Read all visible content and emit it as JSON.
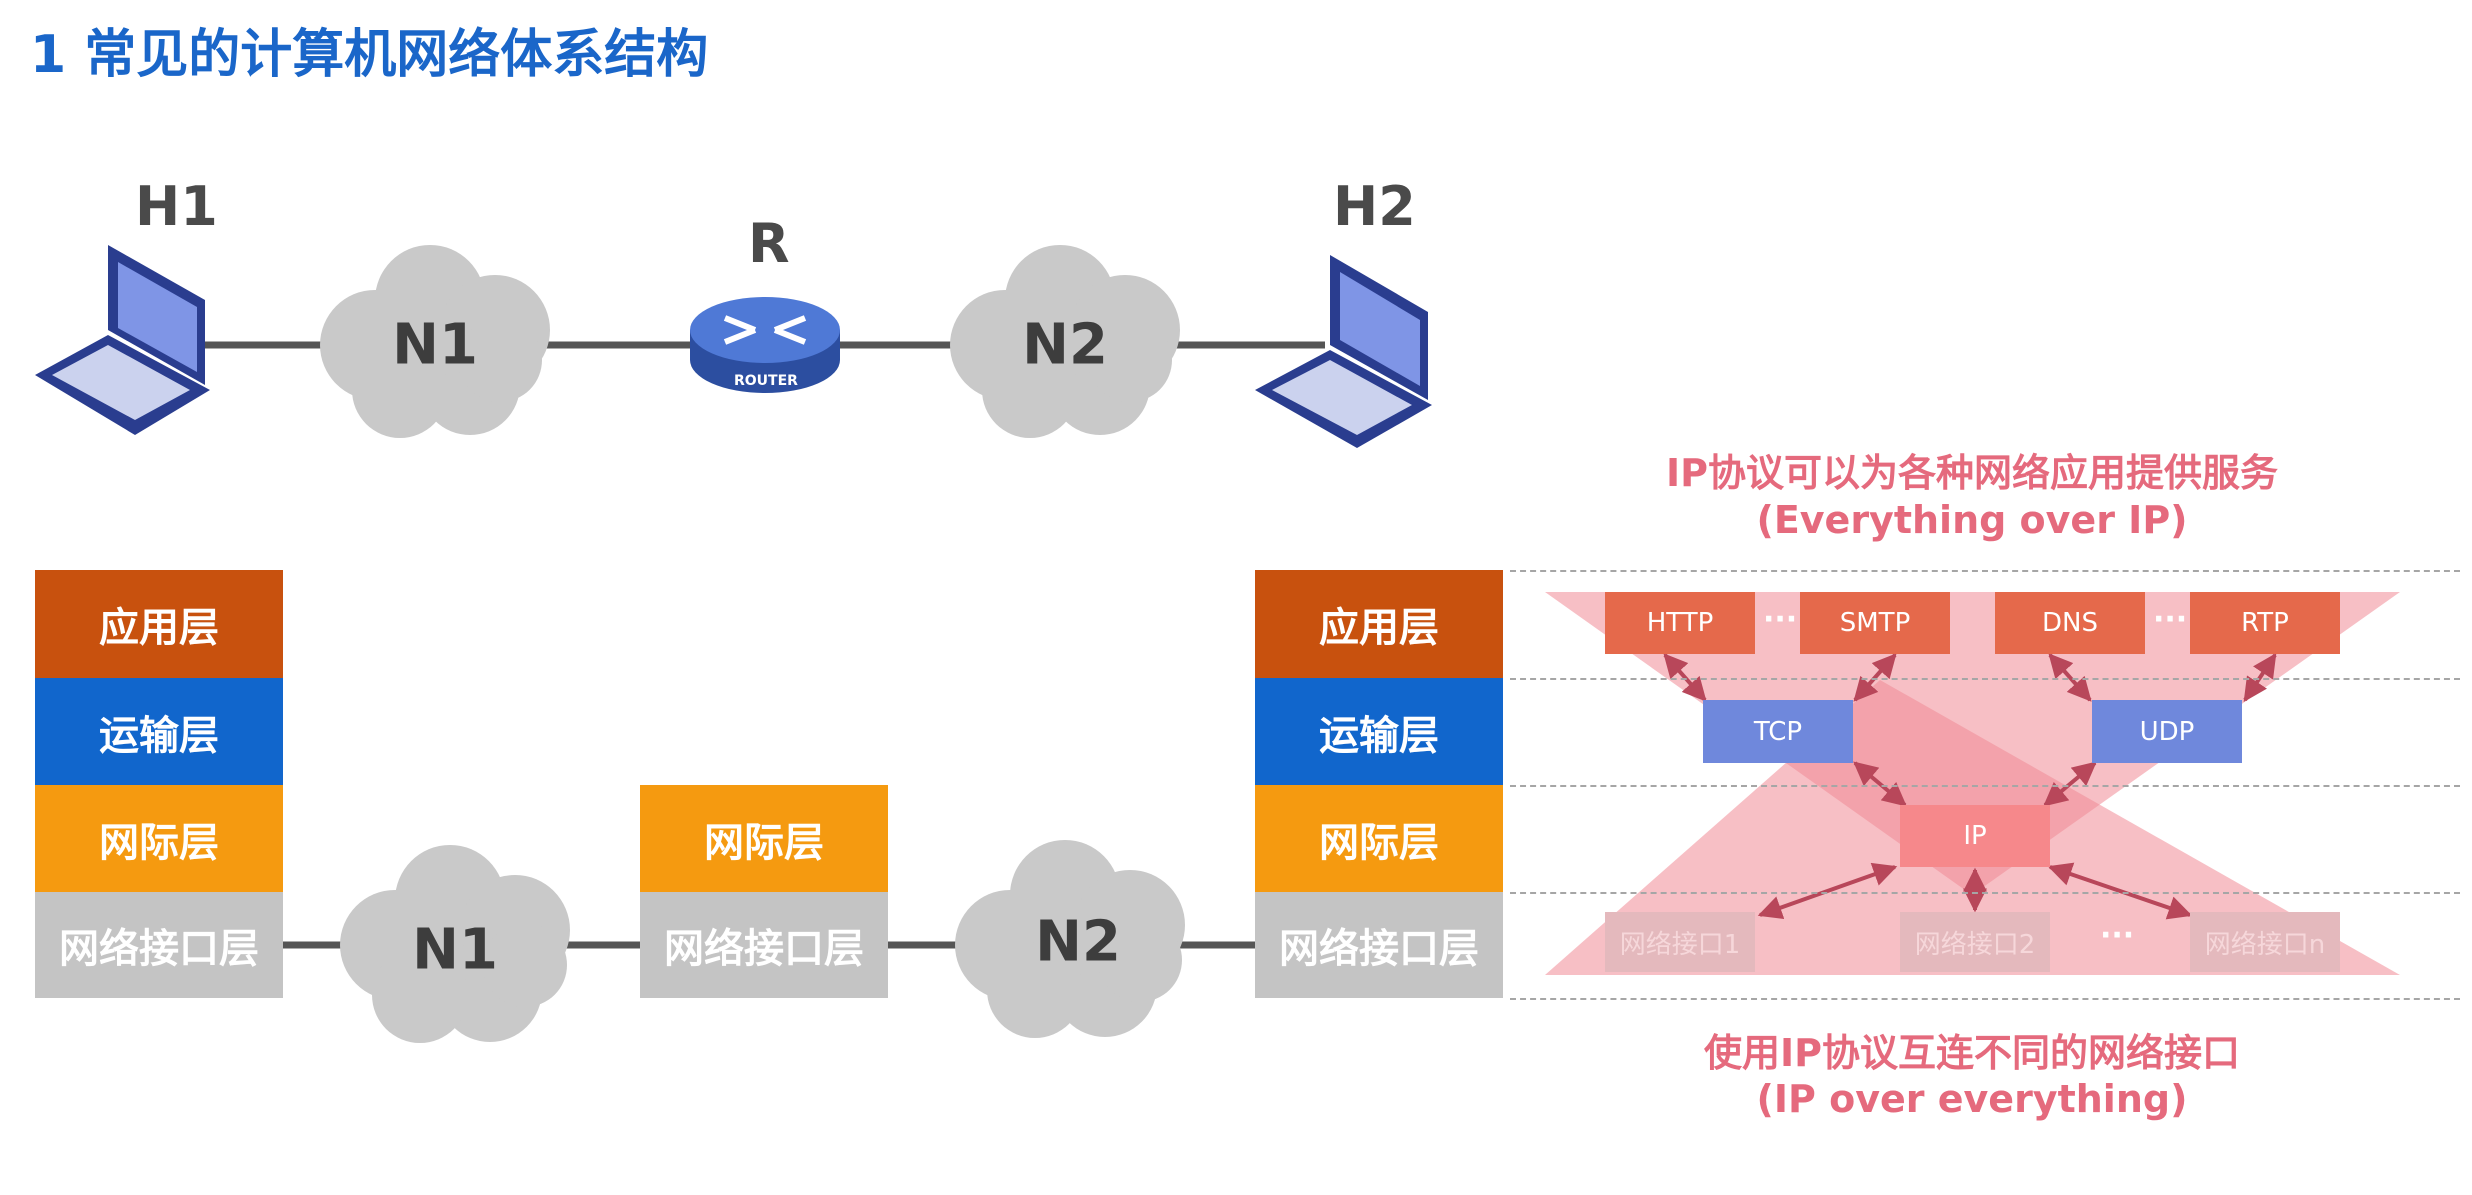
{
  "title": "1 常见的计算机网络体系结构",
  "topology": {
    "host1": "H1",
    "host2": "H2",
    "router": "R",
    "router_caption": "ROUTER",
    "net1": "N1",
    "net2": "N2"
  },
  "stacks": {
    "host1": [
      "应用层",
      "运输层",
      "网际层",
      "网络接口层"
    ],
    "router": [
      "网际层",
      "网络接口层"
    ],
    "host2": [
      "应用层",
      "运输层",
      "网际层",
      "网络接口层"
    ],
    "net1": "N1",
    "net2": "N2"
  },
  "hourglass": {
    "top_note_line1": "IP协议可以为各种网络应用提供服务",
    "top_note_line2": "(Everything over IP)",
    "bottom_note_line1": "使用IP协议互连不同的网络接口",
    "bottom_note_line2": "(IP over everything)",
    "application": [
      "HTTP",
      "SMTP",
      "DNS",
      "RTP"
    ],
    "transport": [
      "TCP",
      "UDP"
    ],
    "network": "IP",
    "interfaces": [
      "网络接口1",
      "网络接口2",
      "网络接口n"
    ],
    "ellipsis": "···"
  },
  "colors": {
    "title": "#1a66c9",
    "application_layer": "#c8510e",
    "transport_layer": "#1166cc",
    "internet_layer": "#f59a10",
    "link_layer": "#c4c4c4",
    "note_pink": "#e56a7d"
  }
}
